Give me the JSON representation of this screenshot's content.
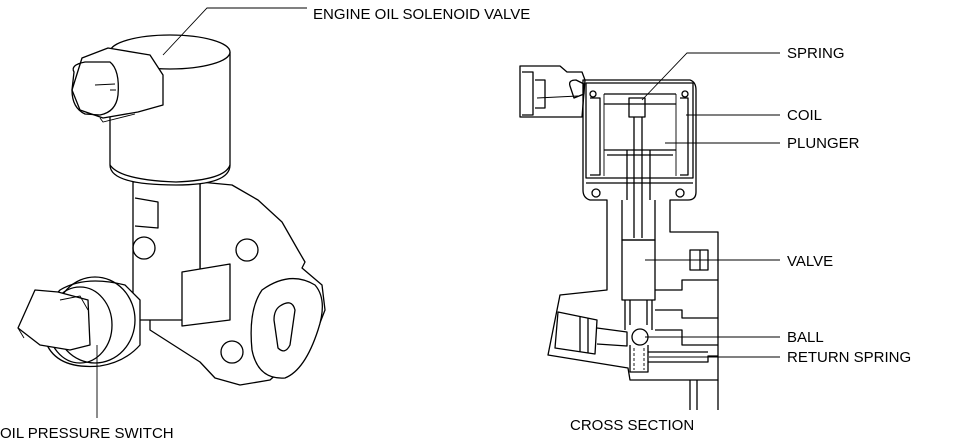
{
  "labels": {
    "engine_oil_solenoid_valve": "ENGINE OIL SOLENOID VALVE",
    "oil_pressure_switch": "OIL PRESSURE SWITCH",
    "spring": "SPRING",
    "coil": "COIL",
    "plunger": "PLUNGER",
    "valve": "VALVE",
    "ball": "BALL",
    "return_spring": "RETURN SPRING",
    "cross_section": "CROSS SECTION"
  }
}
